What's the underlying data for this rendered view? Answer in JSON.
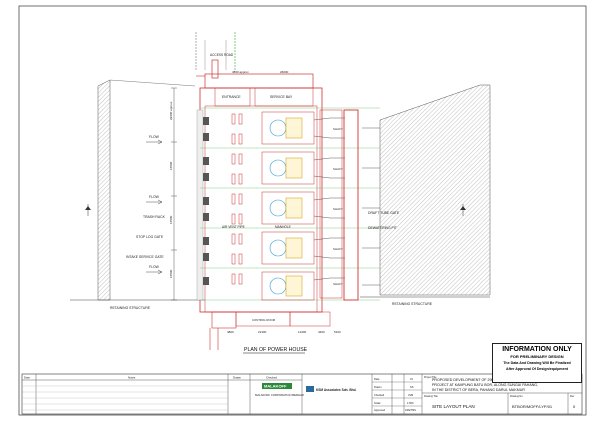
{
  "sheet": {
    "plan_title": "PLAN OF POWER HOUSE",
    "info_box": {
      "title": "INFORMATION ONLY",
      "subtitle": "FOR PRELIMINARY DESIGN",
      "note_line1": "The Data And Drawing Will Be Finalized",
      "note_line2": "After Approval Of Design/equipment"
    }
  },
  "labels": {
    "access_road": "ACCESS ROAD",
    "entrance": "ENTRANCE",
    "service_bay": "SERVICE BAY",
    "trash_rack": "TRASH RACK",
    "stop_log_gate": "STOP LOG GATE",
    "intake_service_gate": "INTAKE SERVICE GATE",
    "flow": "FLOW",
    "draft_tube_gate": "DRAFT TUBE GATE",
    "dewatering_pit": "DEWATERING PIT",
    "retaining_structure": "RETAINING STRUCTURE",
    "air_vent_pipe": "AIR VENT PIPE",
    "manhole": "MANHOLE",
    "control_room": "CONTROL ROOM",
    "shaft": "SHAFT"
  },
  "dimensions": {
    "top_1": "4860 approx",
    "top_2": "26000",
    "bot_1": "4800",
    "bot_2": "21300",
    "bot_3": "11300",
    "bot_4": "4200",
    "bot_5": "5100",
    "side_1": "29600 approx",
    "side_2": "16500",
    "side_3": "16500",
    "side_4": "16500"
  },
  "title_block": {
    "revision_headers": [
      "Date",
      "Notes",
      "Drawn",
      "Checked"
    ],
    "owner": "MALAKOFF CORPORATION BERHAD",
    "owner_logo": "MALAKOFF",
    "consultant": "KSM Associates Sdn. Bhd.",
    "fields": [
      {
        "label": "Date",
        "value": "01"
      },
      {
        "label": "Drawn",
        "value": "SS"
      },
      {
        "label": "Checked",
        "value": "JSM"
      },
      {
        "label": "Scale",
        "value": "1:500"
      },
      {
        "label": "Approved",
        "value": "ASM/TMS"
      }
    ],
    "project_label": "Project Title",
    "project_lines": [
      "PROPOSED DEVELOPMENT OF 29MW SMALL HYDRO POWER PLANT",
      "PROJECT AT KAMPUNG BATU BOR, ALONG SUNGAI PAHANG,",
      "IN THE DISTRICT OF BERA, PAHANG DARUL MAKMUR"
    ],
    "drawing_title_label": "Drawing Title",
    "drawing_title": "SITE LAYOUT PLAN",
    "drawing_no_label": "Drawing No.",
    "drawing_no": "BTBOR/MOFF/LYP/01",
    "rev_label": "Rev",
    "rev": "0"
  }
}
